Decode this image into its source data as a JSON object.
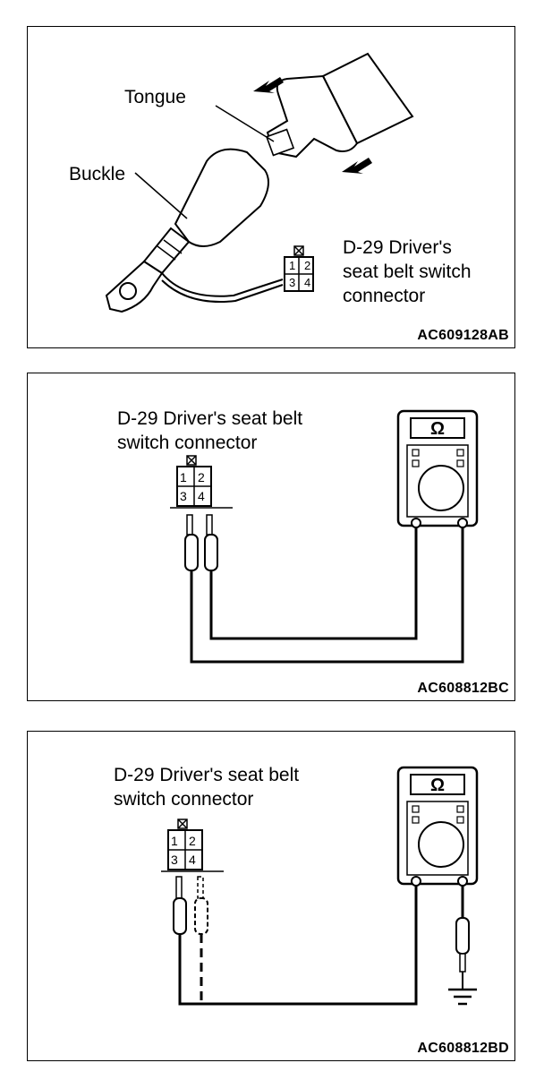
{
  "panel1": {
    "tongue_label": "Tongue",
    "buckle_label": "Buckle",
    "connector_line1": "D-29 Driver's",
    "connector_line2": "seat belt switch",
    "connector_line3": "connector",
    "figure_code": "AC609128AB"
  },
  "panel2": {
    "connector_line1": "D-29 Driver's seat belt",
    "connector_line2": "switch connector",
    "meter_symbol": "Ω",
    "figure_code": "AC608812BC"
  },
  "panel3": {
    "connector_line1": "D-29 Driver's seat belt",
    "connector_line2": "switch connector",
    "meter_symbol": "Ω",
    "figure_code": "AC608812BD"
  },
  "pins": [
    "1",
    "2",
    "3",
    "4"
  ]
}
